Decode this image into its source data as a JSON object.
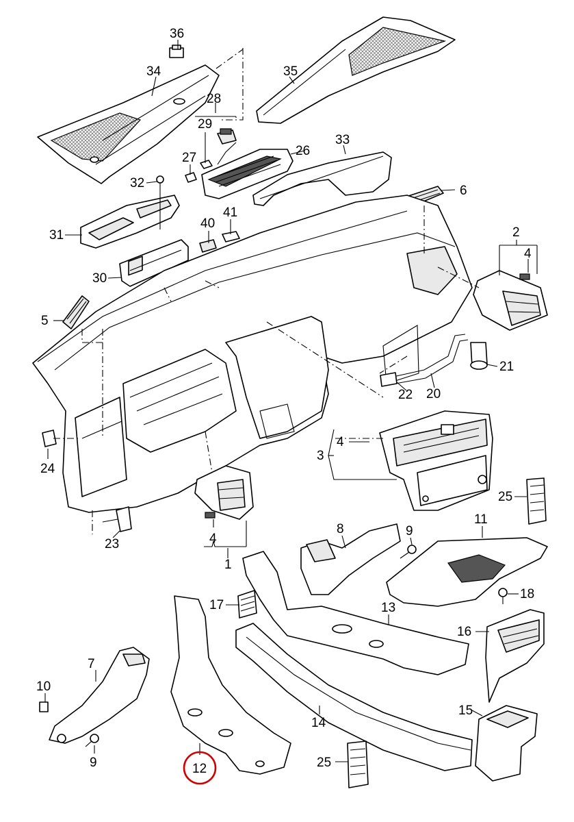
{
  "diagram": {
    "callouts": [
      {
        "id": "c1",
        "text": "1"
      },
      {
        "id": "c2",
        "text": "2"
      },
      {
        "id": "c3",
        "text": "3"
      },
      {
        "id": "c4a",
        "text": "4"
      },
      {
        "id": "c4b",
        "text": "4"
      },
      {
        "id": "c4c",
        "text": "4"
      },
      {
        "id": "c5",
        "text": "5"
      },
      {
        "id": "c6",
        "text": "6"
      },
      {
        "id": "c7",
        "text": "7"
      },
      {
        "id": "c8",
        "text": "8"
      },
      {
        "id": "c9a",
        "text": "9"
      },
      {
        "id": "c9b",
        "text": "9"
      },
      {
        "id": "c10",
        "text": "10"
      },
      {
        "id": "c11",
        "text": "11"
      },
      {
        "id": "c12",
        "text": "12"
      },
      {
        "id": "c13",
        "text": "13"
      },
      {
        "id": "c14",
        "text": "14"
      },
      {
        "id": "c15",
        "text": "15"
      },
      {
        "id": "c16",
        "text": "16"
      },
      {
        "id": "c17",
        "text": "17"
      },
      {
        "id": "c18",
        "text": "18"
      },
      {
        "id": "c20",
        "text": "20"
      },
      {
        "id": "c21",
        "text": "21"
      },
      {
        "id": "c22",
        "text": "22"
      },
      {
        "id": "c23",
        "text": "23"
      },
      {
        "id": "c24",
        "text": "24"
      },
      {
        "id": "c25a",
        "text": "25"
      },
      {
        "id": "c25b",
        "text": "25"
      },
      {
        "id": "c26",
        "text": "26"
      },
      {
        "id": "c27",
        "text": "27"
      },
      {
        "id": "c28",
        "text": "28"
      },
      {
        "id": "c29",
        "text": "29"
      },
      {
        "id": "c30",
        "text": "30"
      },
      {
        "id": "c31",
        "text": "31"
      },
      {
        "id": "c32",
        "text": "32"
      },
      {
        "id": "c33",
        "text": "33"
      },
      {
        "id": "c34",
        "text": "34"
      },
      {
        "id": "c35",
        "text": "35"
      },
      {
        "id": "c36",
        "text": "36"
      },
      {
        "id": "c40",
        "text": "40"
      },
      {
        "id": "c41",
        "text": "41"
      }
    ],
    "highlighted_callout": "12",
    "highlight_color": "#d00000"
  }
}
